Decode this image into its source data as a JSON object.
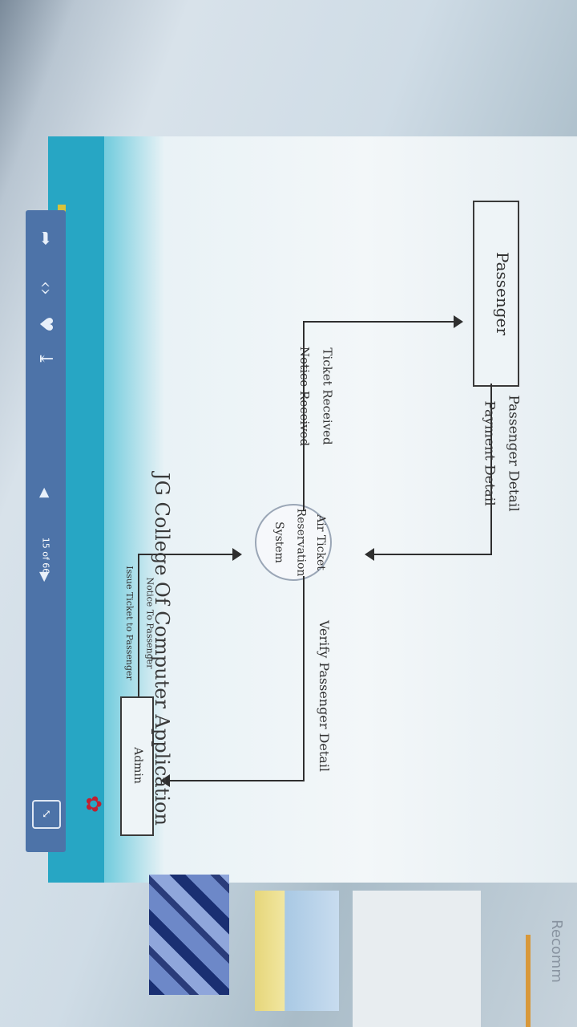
{
  "viewer": {
    "page_indicator": "15 of 66",
    "icons": [
      "share-icon",
      "prev-next-icon",
      "like-icon",
      "download-icon"
    ],
    "side_label": "Recomm"
  },
  "diagram": {
    "entities": {
      "passenger": "Passenger",
      "admin": "Admin"
    },
    "process": {
      "line1": "Air Ticket",
      "line2": "Reservation",
      "line3": "System"
    },
    "flows": {
      "passenger_detail": "Passenger Detail",
      "payment_detail": "Payment Detail",
      "ticket_received": "Ticket Received",
      "notice_received": "Notice Received",
      "verify_passenger_detail": "Verify Passenger Detail",
      "notice_to_passenger": "Notice To Passenger",
      "issue_ticket_to_passenger": "Issue Ticket to Passenger"
    }
  },
  "footer": {
    "college": "JG College Of Computer Application"
  }
}
